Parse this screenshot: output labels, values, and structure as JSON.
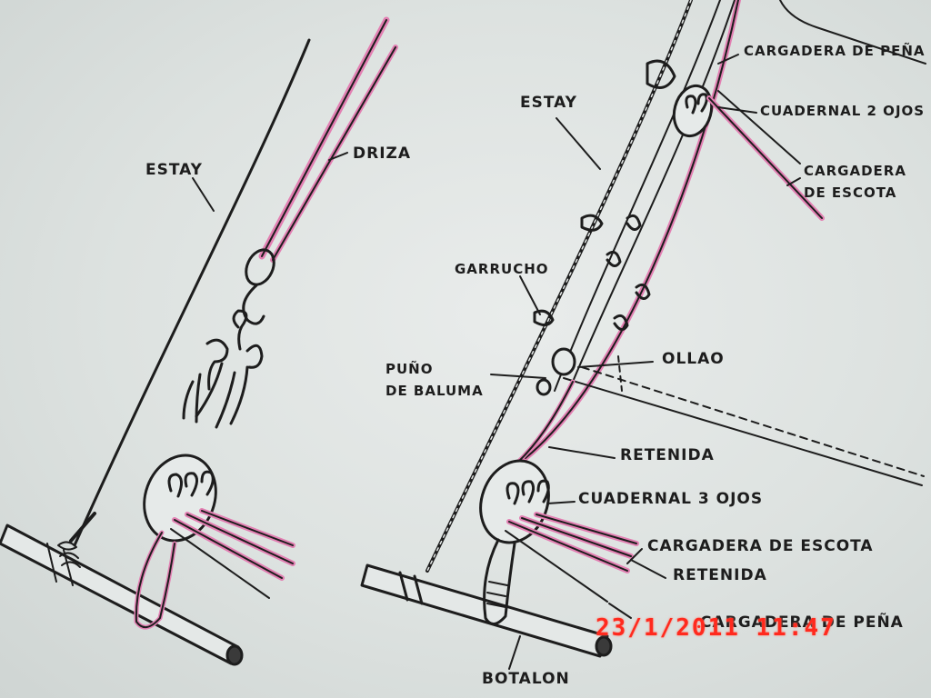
{
  "colors": {
    "ink": "#1d1d1d",
    "rope_pink": "#e27fb2",
    "paper": "#e6eae9",
    "stamp": "#ff2a1e"
  },
  "left_drawing": {
    "labels": {
      "estay": "ESTAY",
      "driza": "DRIZA"
    }
  },
  "right_drawing": {
    "labels": {
      "cargadera_de_pena_top": "CARGADERA DE PEÑA",
      "estay": "ESTAY",
      "cuadernal_2_ojos": "CUADERNAL 2 OJOS",
      "cargadera_de_escota_top_1": "CARGADERA",
      "cargadera_de_escota_top_2": "DE ESCOTA",
      "garrucho": "GARRUCHO",
      "ollao": "OLLAO",
      "puno_de_baluma_1": "PUÑO",
      "puno_de_baluma_2": "DE BALUMA",
      "retenida_upper": "RETENIDA",
      "cuadernal_3_ojos": "CUADERNAL 3 OJOS",
      "cargadera_de_escota_bottom": "CARGADERA DE ESCOTA",
      "retenida_lower": "RETENIDA",
      "cargadera_de_pena_bottom": "CARGADERA DE PEÑA",
      "botalon": "BOTALON"
    }
  },
  "date_stamp": "23/1/2011  11:47"
}
